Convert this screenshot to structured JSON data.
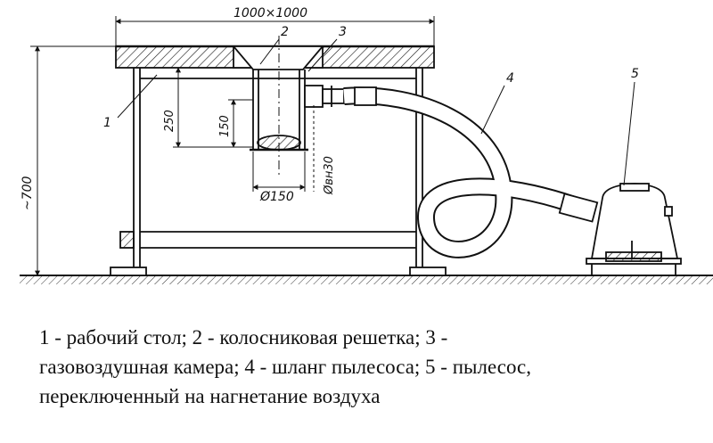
{
  "diagram": {
    "dimensions": {
      "width": "1000×1000",
      "height": "~700",
      "depth_250": "250",
      "depth_150": "150",
      "chamber_diameter": "Ø150",
      "nozzle_diameter": "Øвн30"
    },
    "callouts": [
      "1",
      "2",
      "3",
      "4",
      "5"
    ]
  },
  "caption": {
    "lines": [
      "1 - рабочий стол; 2 - колосниковая решетка; 3 -",
      "газовоздушная камера; 4 - шланг пылесоса; 5 - пылесос,",
      "переключенный на нагнетание воздуха"
    ]
  },
  "colors": {
    "ink": "#111111",
    "ground": "#555555",
    "background": "#ffffff"
  }
}
